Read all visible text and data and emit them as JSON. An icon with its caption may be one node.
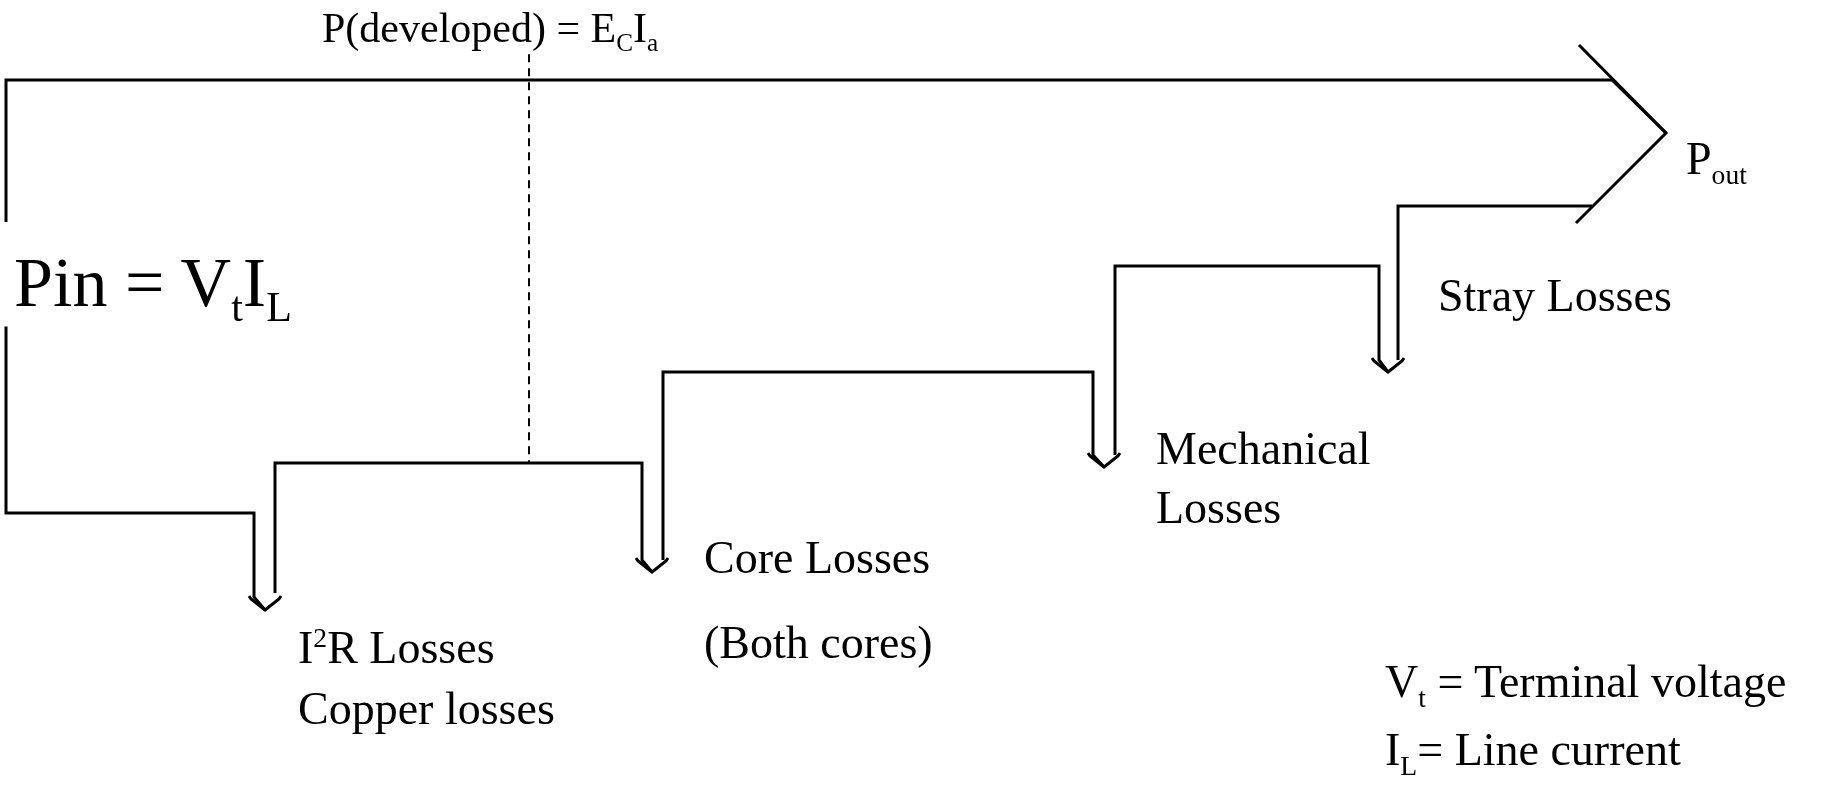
{
  "diagram": {
    "nodes": [
      {
        "text": [
          "P(developed) = E$_{C}$I$_{a}$"
        ]
      },
      {
        "text": [
          "Pin = V$_{t}$I$_{L}$"
        ]
      },
      {
        "text": [
          "P$_{out}$"
        ]
      },
      {
        "text": [
          "Stray Losses"
        ]
      },
      {
        "text": [
          "Mechanical Losses"
        ]
      },
      {
        "text": [
          "Core Losses",
          "(Both cores)"
        ]
      },
      {
        "text": [
          "I$^{2}$R Losses",
          "Copper losses"
        ]
      }
    ],
    "edges": [
      {
        "from": 0,
        "to": null,
        "arrow": "none",
        "style": "dashed"
      },
      {
        "from": 1,
        "to": 6,
        "arrow": "to"
      },
      {
        "from": null,
        "to": 5,
        "arrow": "to"
      },
      {
        "from": null,
        "to": 4,
        "arrow": "to"
      },
      {
        "from": null,
        "to": 3,
        "arrow": "to"
      },
      {
        "from": 1,
        "to": 2,
        "arrow": "to"
      }
    ],
    "labels": [
      "V$_{t}$ = Terminal voltage",
      "I$_{L}$= Line current"
    ]
  }
}
